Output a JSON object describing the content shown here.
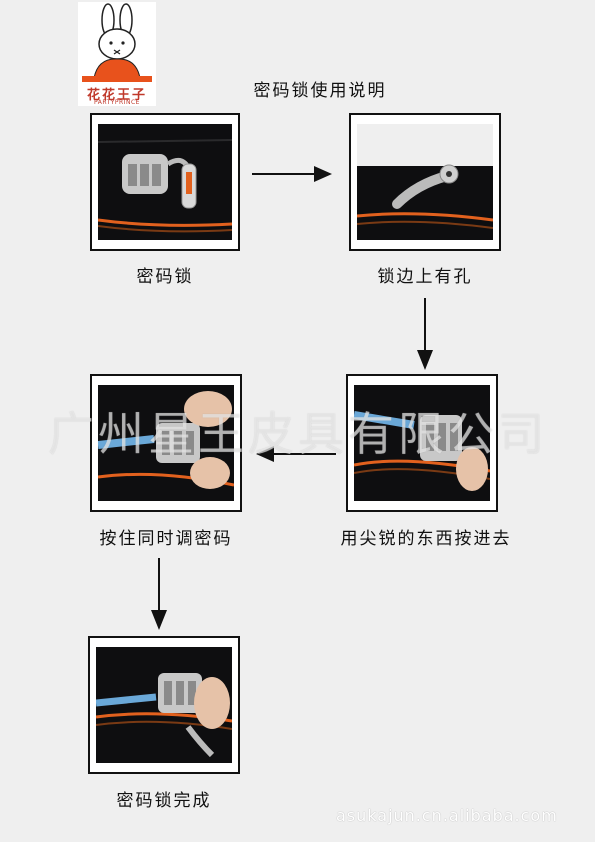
{
  "logo": {
    "text": "花花王子",
    "sub": "PARTYPRINCE"
  },
  "title": "密码锁使用说明",
  "steps": [
    {
      "caption": "密码锁"
    },
    {
      "caption": "锁边上有孔"
    },
    {
      "caption": "用尖锐的东西按进去"
    },
    {
      "caption": "按住同时调密码"
    },
    {
      "caption": "密码锁完成"
    }
  ],
  "watermark": "广州星王皮具有限公司",
  "footer": "asukajun.cn.alibaba.com",
  "colors": {
    "background": "#efefef",
    "bag": "#0e0e10",
    "stripe": "#e2611e",
    "lock": "#c8c8c8",
    "pen": "#6aa8d8"
  }
}
